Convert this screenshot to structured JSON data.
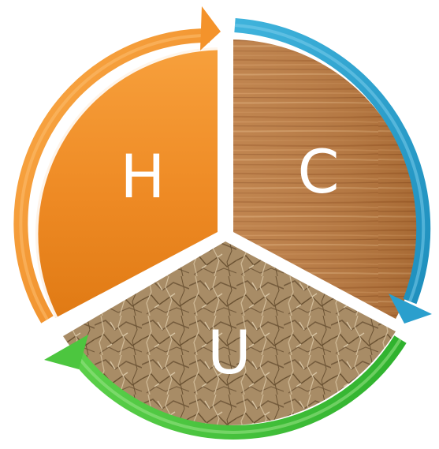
{
  "diagram": {
    "segments": [
      {
        "label": "H",
        "fill": "#f08c2a",
        "arrow_color": "#f4902a"
      },
      {
        "label": "C",
        "fill": "#b8793f",
        "arrow_color": "#2aa3cf"
      },
      {
        "label": "U",
        "fill": "#a98c66",
        "arrow_color": "#3bbf3a"
      }
    ]
  }
}
